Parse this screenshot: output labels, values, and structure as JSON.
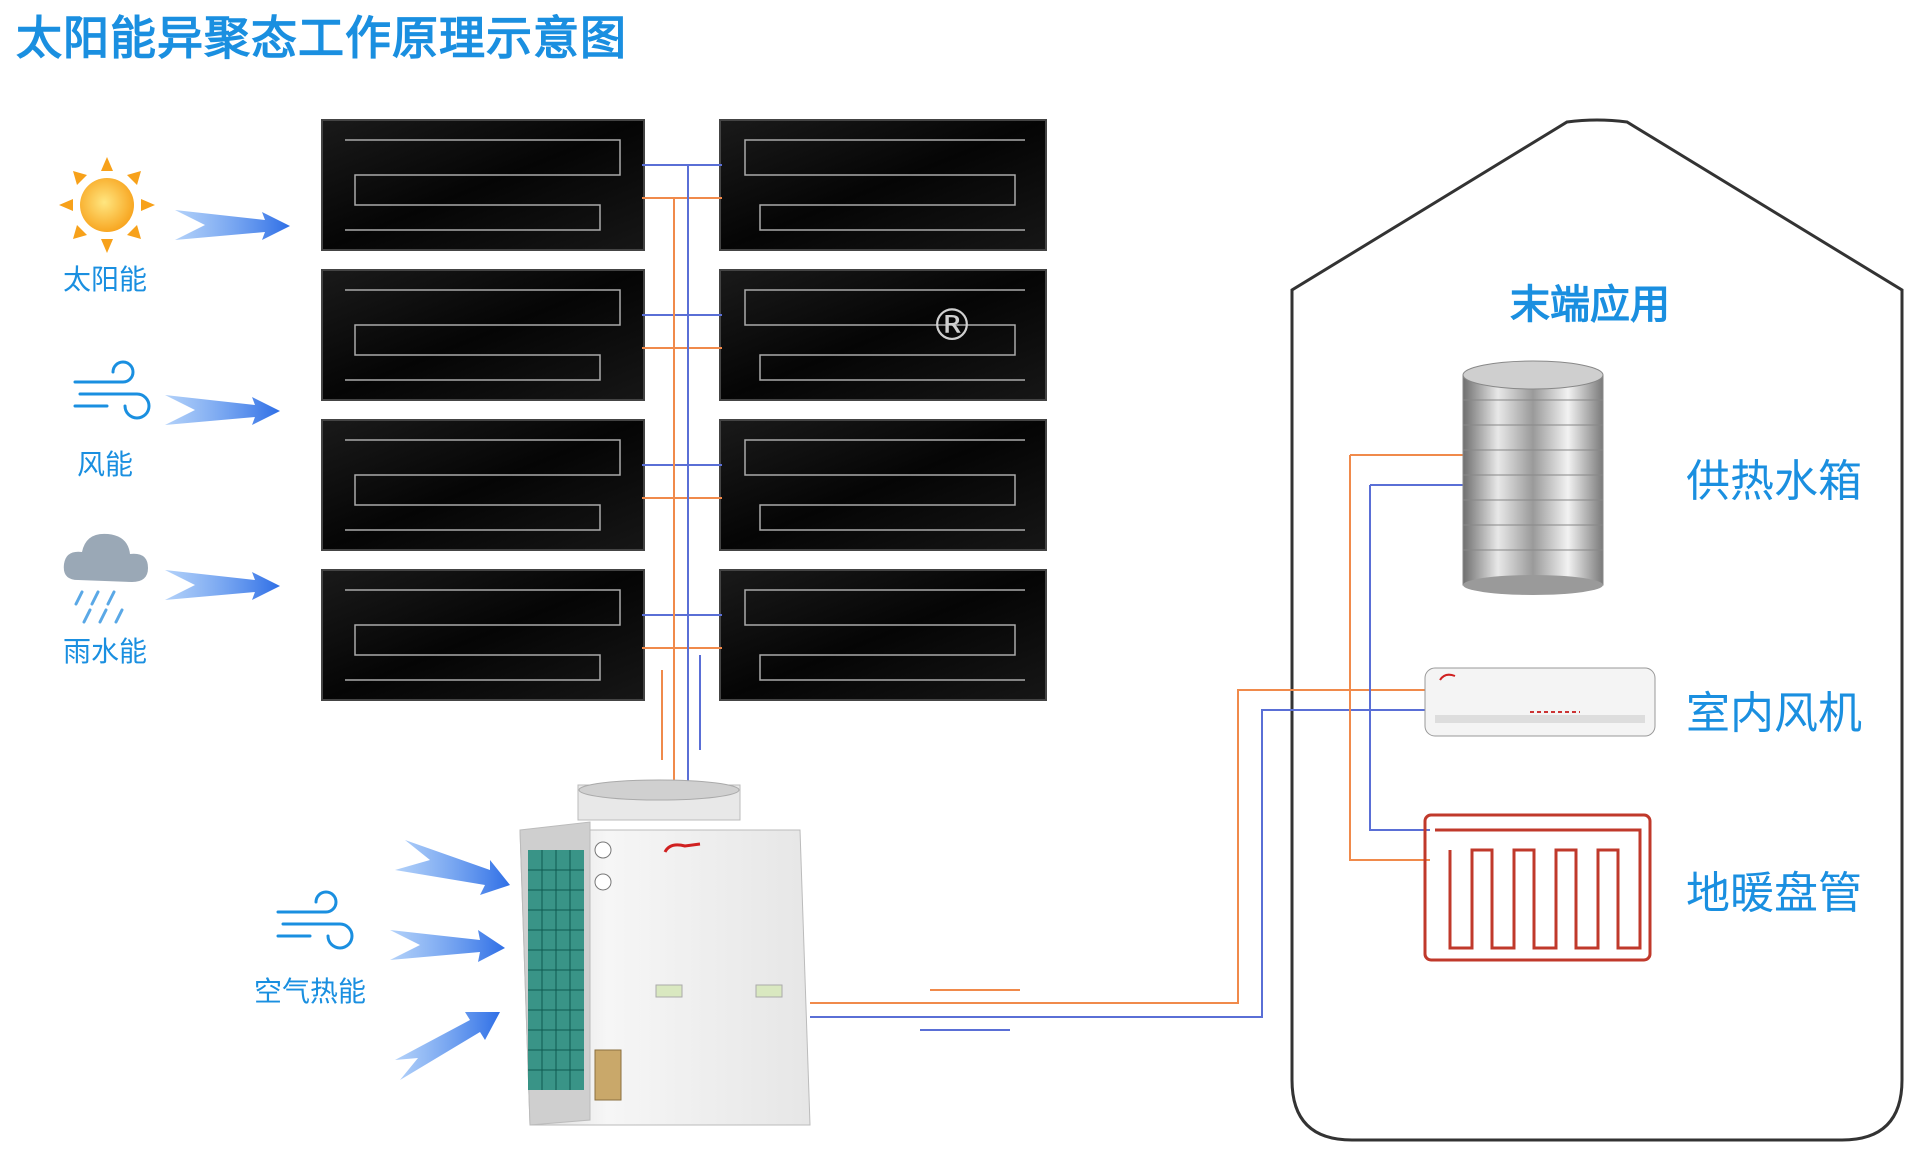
{
  "title": "太阳能异聚态工作原理示意图",
  "sources": {
    "solar": "太阳能",
    "wind": "风能",
    "rain": "雨水能",
    "air": "空气热能"
  },
  "terminal": {
    "title": "末端应用",
    "items": [
      "供热水箱",
      "室内风机",
      "地暖盘管"
    ]
  },
  "brand_mark": "®",
  "colors": {
    "accent": "#1a8fe0",
    "arrow": "#3d7ae8",
    "hot_pipe": "#f08a4b",
    "cold_pipe": "#5a6fd6",
    "panel": "#0b0b0b",
    "floor_coil": "#c0392b"
  },
  "icons": [
    "sun-icon",
    "wind-icon",
    "rain-cloud-icon",
    "air-wind-icon",
    "heat-pump-unit",
    "water-tank",
    "indoor-fan-unit",
    "floor-heating-coil"
  ]
}
